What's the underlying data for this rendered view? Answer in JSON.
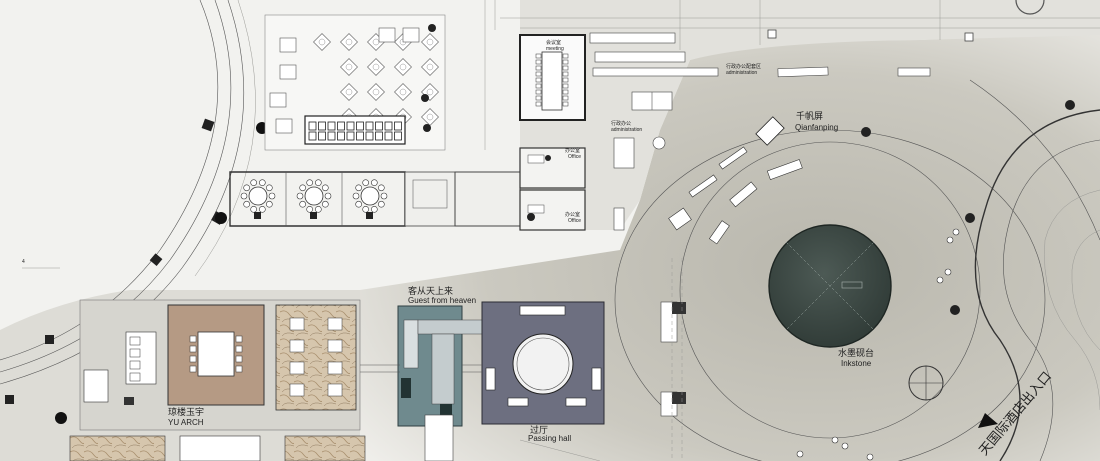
{
  "labels": {
    "qianfanping": {
      "cn": "千帆屏",
      "en": "Qianfanping"
    },
    "inkstone": {
      "cn": "水墨砚台",
      "en": "Inkstone"
    },
    "guest": {
      "cn": "客从天上来",
      "en": "Guest from heaven"
    },
    "yuarch": {
      "cn": "琼楼玉宇",
      "en": "YU ARCH"
    },
    "passing": {
      "cn": "过厅",
      "en": "Passing hall"
    },
    "office_a": {
      "cn": "办公室",
      "en": "Office"
    },
    "office_b": {
      "cn": "办公室",
      "en": "Office"
    },
    "admin_top": {
      "cn": "行政办公配套区",
      "en": "administration"
    },
    "admin_mid": {
      "cn": "行政办公",
      "en": "administration"
    },
    "meeting": {
      "cn": "会议室",
      "en": "meeting"
    },
    "entrance": "天国际酒店出入口",
    "grid_mark": "4"
  },
  "colors": {
    "floor": "#cfcdc4",
    "floor_light": "#e9e8e3",
    "white": "#ffffff",
    "inkstone": "#3e4a45",
    "guest_room": "#6f8a8e",
    "passing_room": "#6d6f80",
    "wood": "#b59a84",
    "marble": "#c9b59a",
    "wall": "#333333"
  }
}
